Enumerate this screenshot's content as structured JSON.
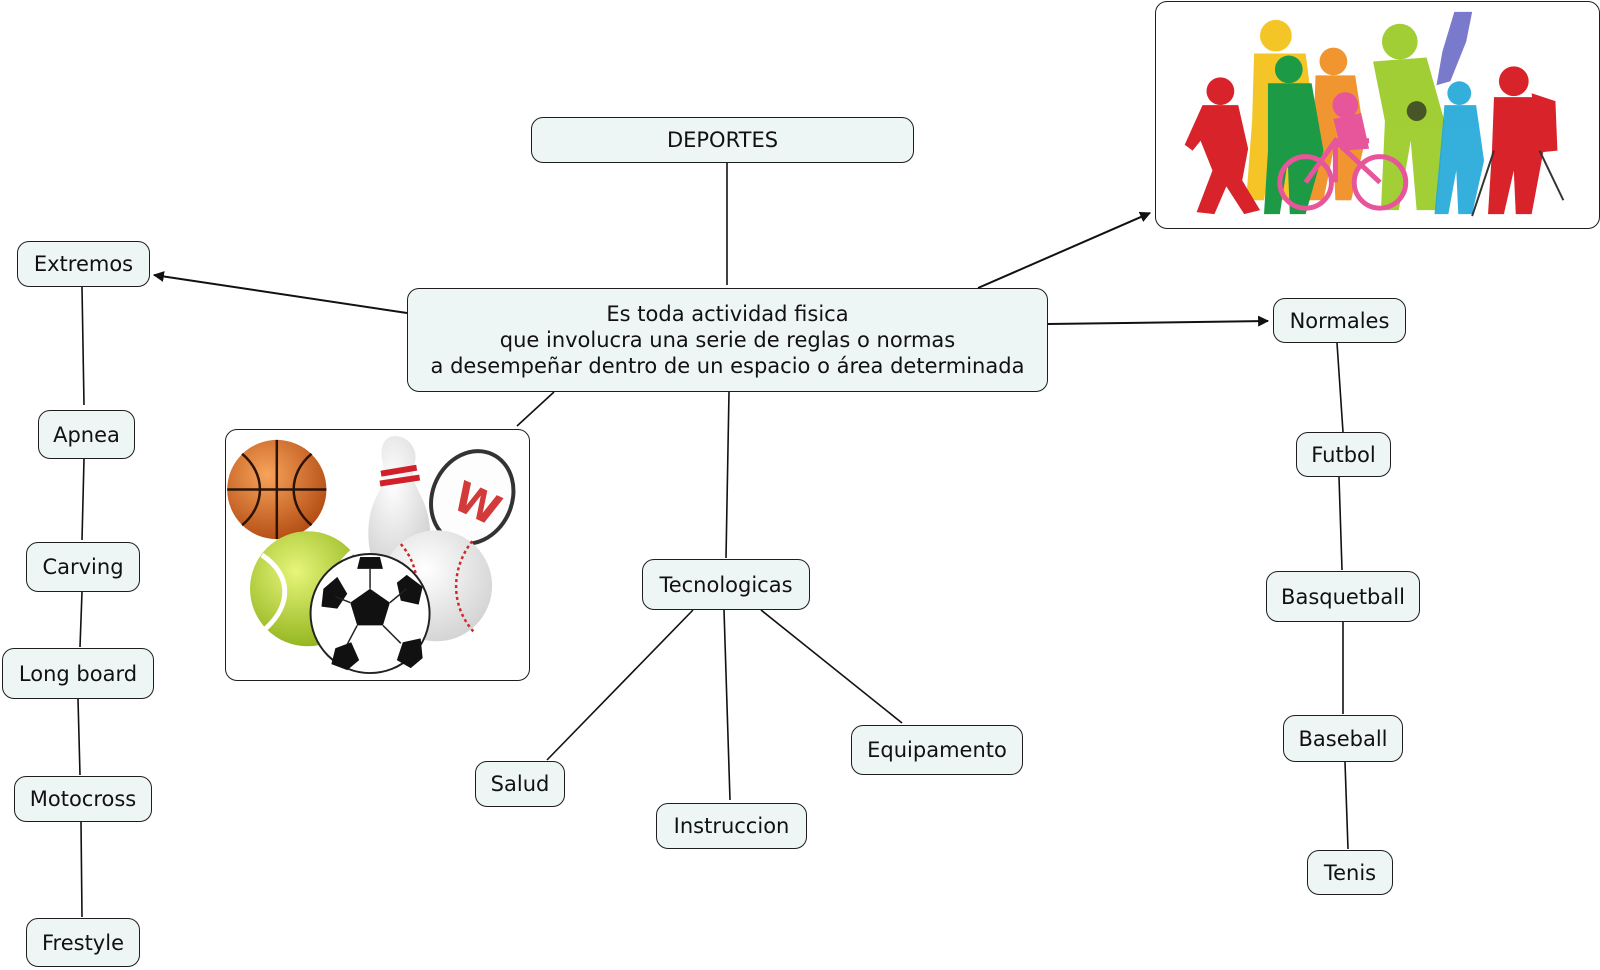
{
  "root": {
    "label": "DEPORTES"
  },
  "definition": {
    "lines": [
      "Es toda actividad fisica",
      "que involucra una serie de reglas o normas",
      "a desempeñar dentro de un espacio o área determinada"
    ]
  },
  "extremos": {
    "label": "Extremos",
    "items": [
      "Apnea",
      "Carving",
      "Long board",
      "Motocross",
      "Frestyle"
    ]
  },
  "normales": {
    "label": "Normales",
    "items": [
      "Futbol",
      "Basquetball",
      "Baseball",
      "Tenis"
    ]
  },
  "tecnologicas": {
    "label": "Tecnologicas",
    "items": [
      "Salud",
      "Instruccion",
      "Equipamento"
    ]
  },
  "images": {
    "balls": {
      "icon": "sports-balls-illustration"
    },
    "athletes": {
      "icon": "athlete-silhouettes-illustration"
    }
  },
  "colors": {
    "node_fill": "#eef5f5",
    "node_border": "#1e1e1e",
    "connector": "#111111"
  }
}
